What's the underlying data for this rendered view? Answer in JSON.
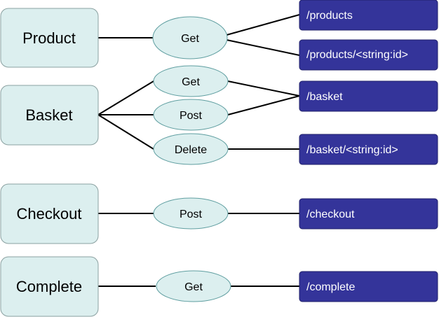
{
  "colors": {
    "resource_fill": "#dcefef",
    "resource_stroke": "#8aa0a0",
    "method_fill": "#dcefef",
    "method_stroke": "#5f9ea0",
    "route_fill": "#34349a",
    "route_stroke": "#20206a",
    "connector": "#000000"
  },
  "resources": {
    "product": "Product",
    "basket": "Basket",
    "checkout": "Checkout",
    "complete": "Complete"
  },
  "methods": {
    "product_get": "Get",
    "basket_get": "Get",
    "basket_post": "Post",
    "basket_delete": "Delete",
    "checkout_post": "Post",
    "complete_get": "Get"
  },
  "routes": {
    "products": "/products",
    "product_by_id": "/products/<string:id>",
    "basket": "/basket",
    "basket_by_id": "/basket/<string:id>",
    "checkout": "/checkout",
    "complete": "/complete"
  }
}
